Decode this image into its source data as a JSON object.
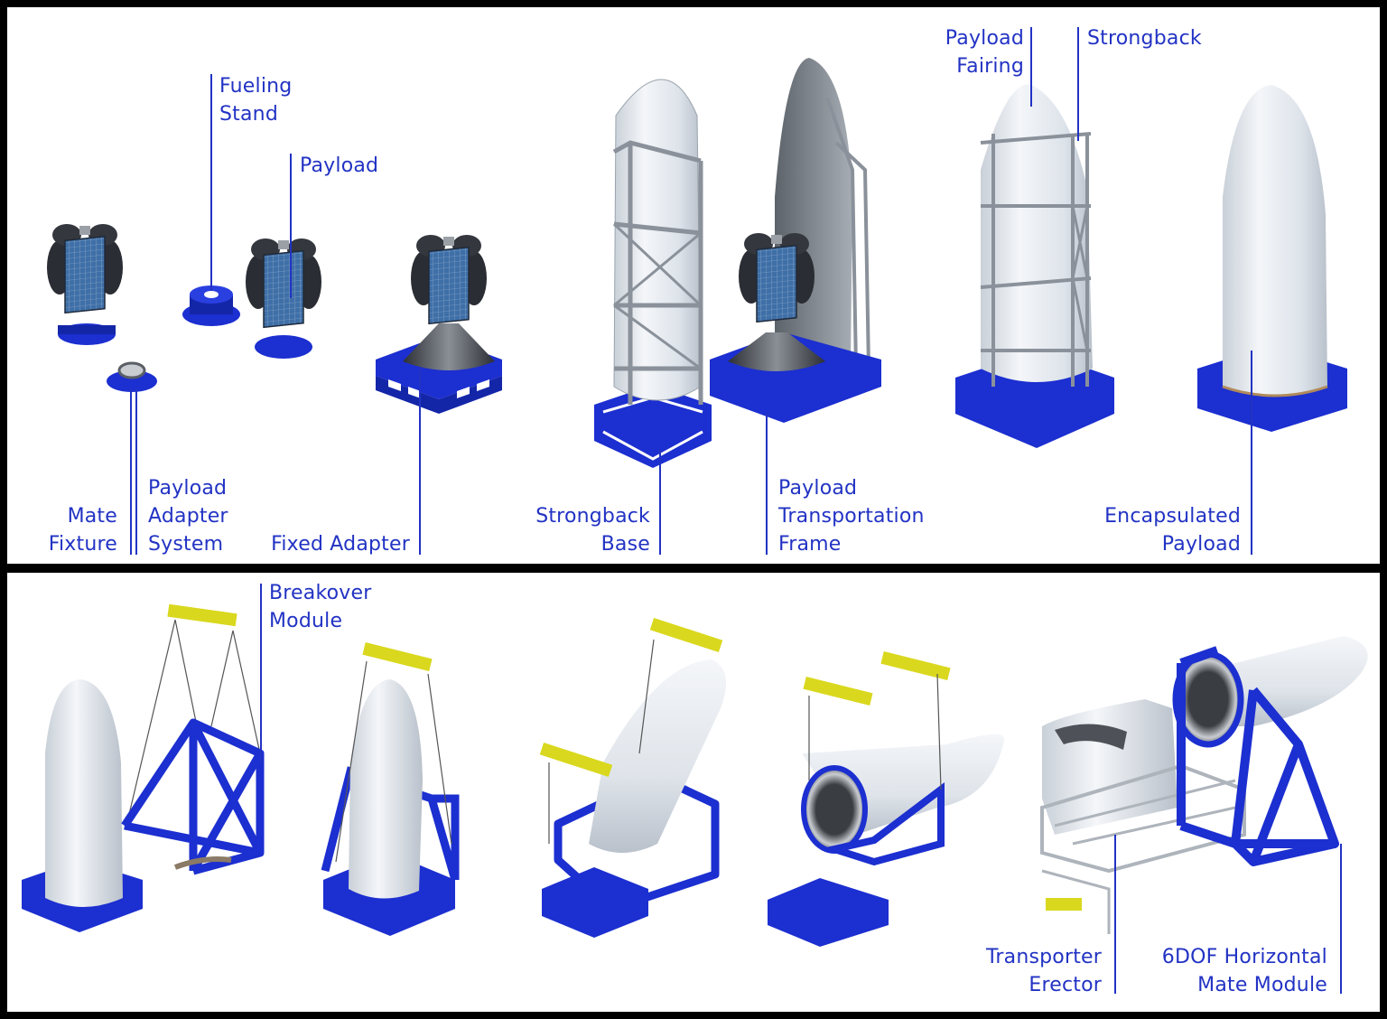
{
  "colors": {
    "label": "#2233c4",
    "frame_blue": "#1c2fd0",
    "fairing_white": "#e9edf2",
    "truss_gray": "#8a919a",
    "yellow_beam": "#d9d81e",
    "background": "#ffffff",
    "border": "#000000"
  },
  "top_panel": {
    "labels": {
      "fueling_stand": {
        "line1": "Fueling",
        "line2": "Stand"
      },
      "payload": {
        "line1": "Payload"
      },
      "payload_fairing": {
        "line1": "Payload",
        "line2": "Fairing"
      },
      "strongback": {
        "line1": "Strongback"
      },
      "mate_fixture": {
        "line1": "Mate",
        "line2": "Fixture"
      },
      "payload_adapter_system": {
        "line1": "Payload",
        "line2": "Adapter",
        "line3": "System"
      },
      "fixed_adapter": {
        "line1": "Fixed Adapter"
      },
      "strongback_base": {
        "line1": "Strongback",
        "line2": "Base"
      },
      "payload_transportation_frame": {
        "line1": "Payload",
        "line2": "Transportation",
        "line3": "Frame"
      },
      "encapsulated_payload": {
        "line1": "Encapsulated",
        "line2": "Payload"
      }
    }
  },
  "bottom_panel": {
    "labels": {
      "breakover_module": {
        "line1": "Breakover",
        "line2": "Module"
      },
      "transporter_erector": {
        "line1": "Transporter",
        "line2": "Erector"
      },
      "horizontal_mate_module": {
        "line1": "6DOF Horizontal",
        "line2": "Mate Module"
      }
    }
  }
}
